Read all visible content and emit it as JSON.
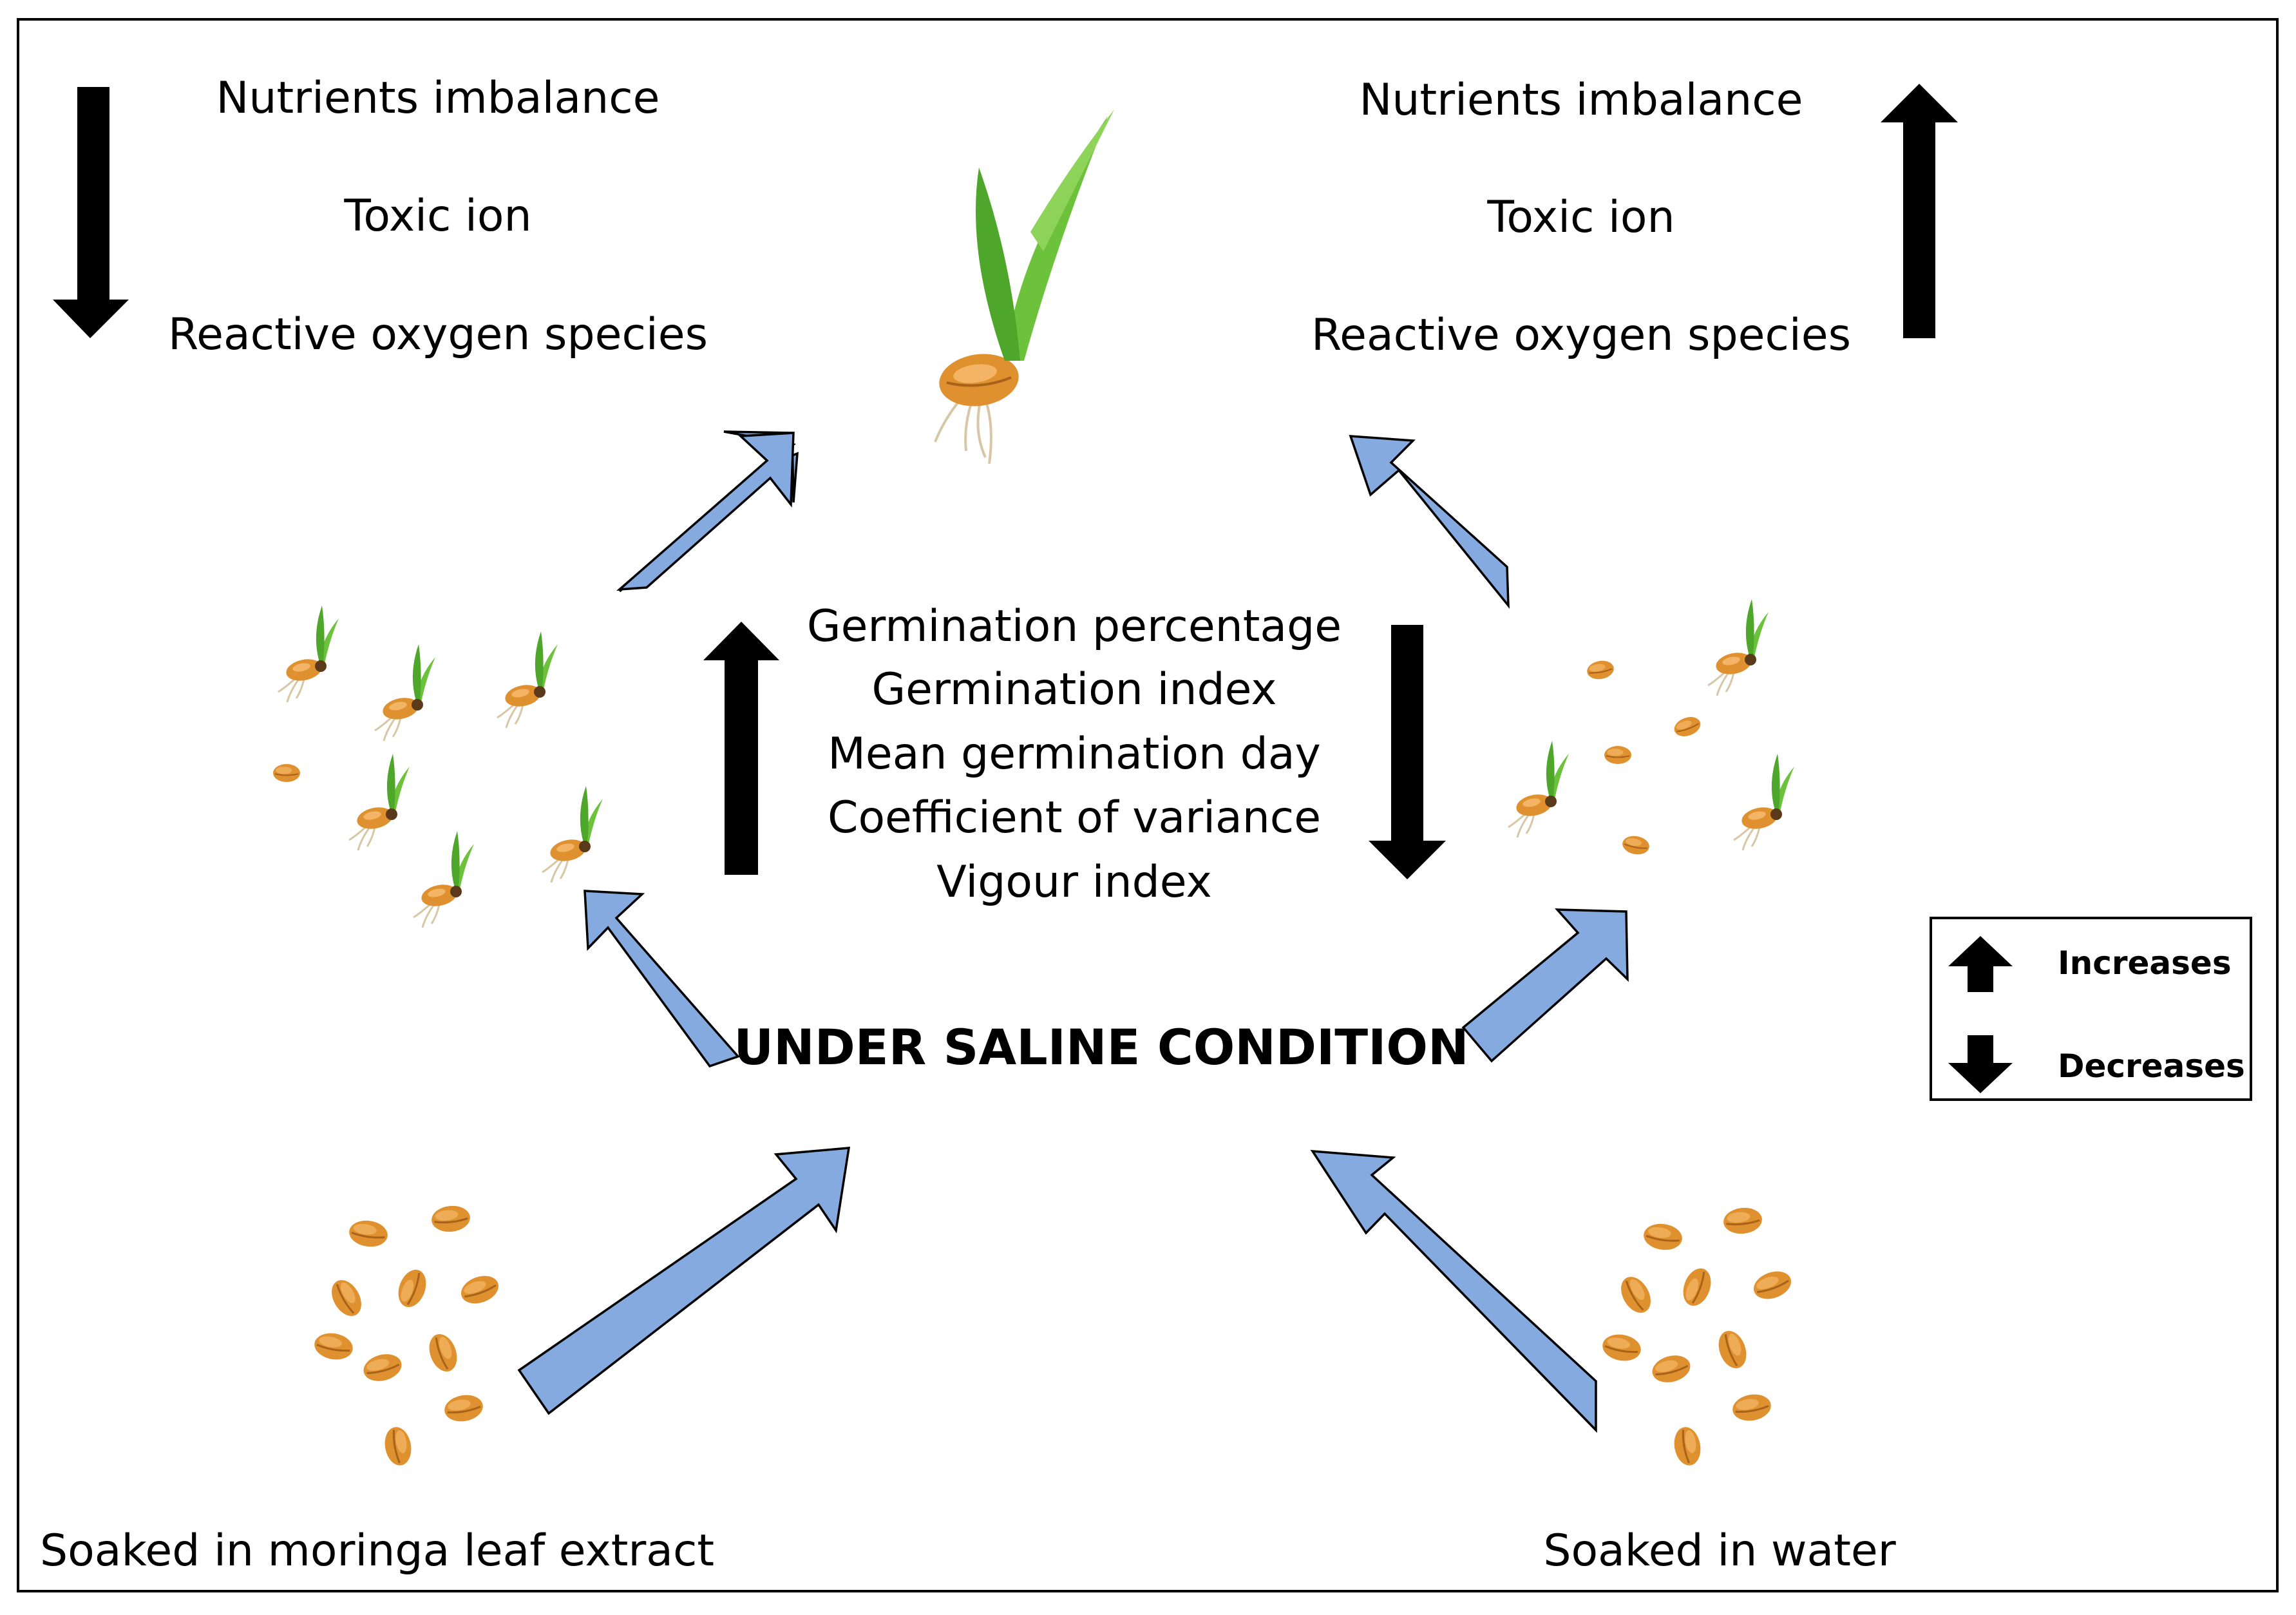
{
  "colors": {
    "flow_arrow": "#85aadf",
    "indicator_arrow": "#000000",
    "seed": "#e0912f",
    "seedling_leaf": "#6cc23a"
  },
  "top_left": {
    "indicator": "down-arrow",
    "items": [
      "Nutrients imbalance",
      "Toxic ion",
      "Reactive oxygen species"
    ]
  },
  "top_right": {
    "indicator": "up-arrow",
    "items": [
      "Nutrients imbalance",
      "Toxic ion",
      "Reactive oxygen species"
    ]
  },
  "center": {
    "left_indicator": "up-arrow",
    "right_indicator": "down-arrow",
    "parameters": [
      "Germination percentage",
      "Germination index",
      "Mean germination day",
      "Coefficient of variance",
      "Vigour index"
    ],
    "condition": "UNDER SALINE CONDITION"
  },
  "bottom": {
    "left_label": "Soaked in moringa leaf extract",
    "right_label": "Soaked in water"
  },
  "legend": {
    "increases": "Increases",
    "decreases": "Decreases"
  }
}
